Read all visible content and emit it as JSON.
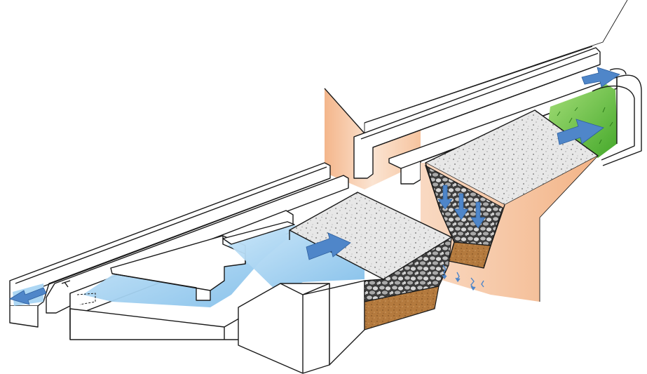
{
  "diagram": {
    "colors": {
      "soil": "#f6c9a3",
      "soil_light": "#fbe3cf",
      "water": "#8fc8ef",
      "water_light": "#cfe9fa",
      "grass": "#6cc238",
      "arrow": "#4f86c9",
      "gravel_surface": "#e6e6e6",
      "filter_media": "#b47a3e",
      "line": "#1a1a1a"
    },
    "elements": [
      {
        "name": "inflow-channel",
        "role": "left concrete gutter channel carrying inflow"
      },
      {
        "name": "sedimentation-basin",
        "role": "water-filled forebay / settling chamber"
      },
      {
        "name": "gravel-filter-bed-front",
        "role": "cut-away gravel filter block with sand/media base"
      },
      {
        "name": "infiltration-trench",
        "role": "gravel-filled trench in native soil"
      },
      {
        "name": "vegetated-swale",
        "role": "grass-lined outlet area"
      }
    ],
    "icons": [
      "inflow-arrow-icon",
      "flow-arrow-icon",
      "infiltration-arrow-icon",
      "seepage-arrow-icon",
      "outflow-arrow-icon"
    ]
  }
}
